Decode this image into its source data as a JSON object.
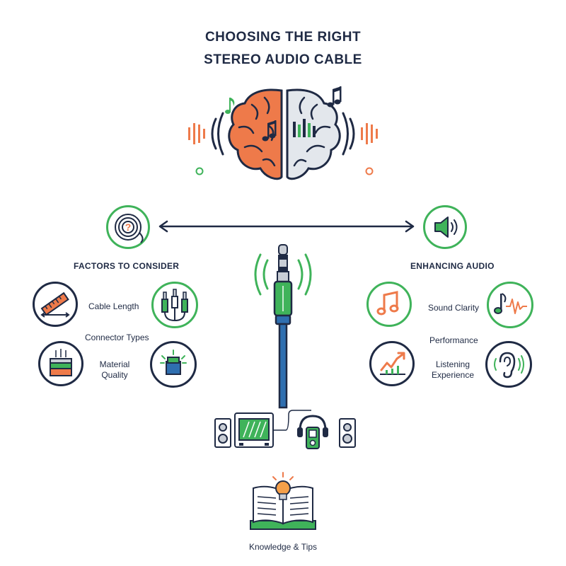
{
  "title": {
    "line1": "CHOOSING THE RIGHT",
    "line2": "STEREO AUDIO CABLE"
  },
  "left": {
    "heading": "FACTORS TO CONSIDER",
    "items": {
      "cable_length": "Cable Length",
      "connector_types": "Connector Types",
      "material_quality_1": "Material",
      "material_quality_2": "Quality"
    }
  },
  "right": {
    "heading": "ENHANCING AUDIO",
    "items": {
      "sound_clarity": "Sound Clarity",
      "performance": "Performance",
      "listening_1": "Listening",
      "listening_2": "Experience"
    }
  },
  "footer": {
    "label": "Knowledge & Tips"
  },
  "colors": {
    "navy": "#1f2a44",
    "green": "#3fb35a",
    "orange": "#ee7a4a",
    "blue": "#2f6fb0"
  }
}
